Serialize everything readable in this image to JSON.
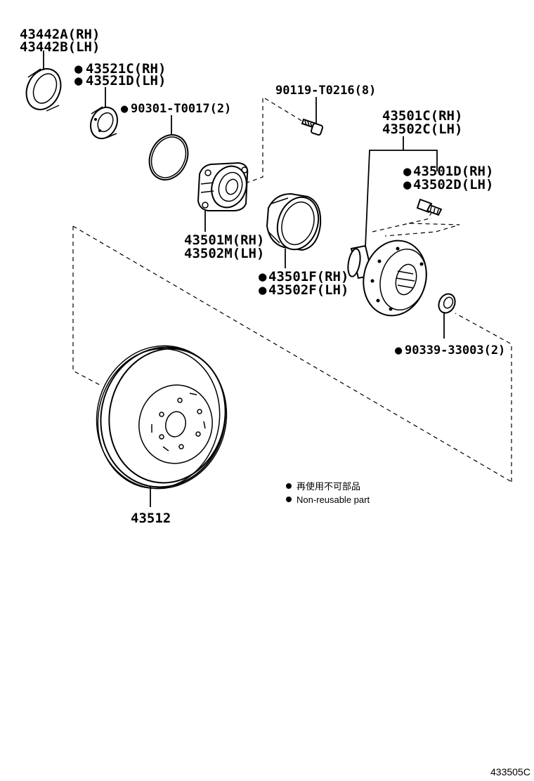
{
  "title": "",
  "colors": {
    "ink": "#000000",
    "background": "#ffffff"
  },
  "bullet_symbol": "●",
  "parts": {
    "oil_seal": {
      "line1": "43442A(RH)",
      "line2": "43442B(LH)"
    },
    "dust_deflector": {
      "line1": "43521C(RH)",
      "line2": "43521D(LH)",
      "non_reusable": true
    },
    "o_ring": {
      "line1": "90301-T0017(2)",
      "non_reusable": true
    },
    "bolt": {
      "line1": "90119-T0216(8)"
    },
    "hub_assembly": {
      "line1": "43501C(RH)",
      "line2": "43502C(LH)"
    },
    "hub_bolt": {
      "line1": "43501D(RH)",
      "line2": "43502D(LH)",
      "non_reusable": true
    },
    "bearing_housing": {
      "line1": "43501M(RH)",
      "line2": "43502M(LH)"
    },
    "bearing": {
      "line1": "43501F(RH)",
      "line2": "43502F(LH)",
      "non_reusable": true
    },
    "nut": {
      "line1": "90339-33003(2)",
      "non_reusable": true
    },
    "disc": {
      "line1": "43512"
    }
  },
  "legend": {
    "jp": "再使用不可部品",
    "en": "Non-reusable part"
  },
  "diagram_code": "433505C"
}
